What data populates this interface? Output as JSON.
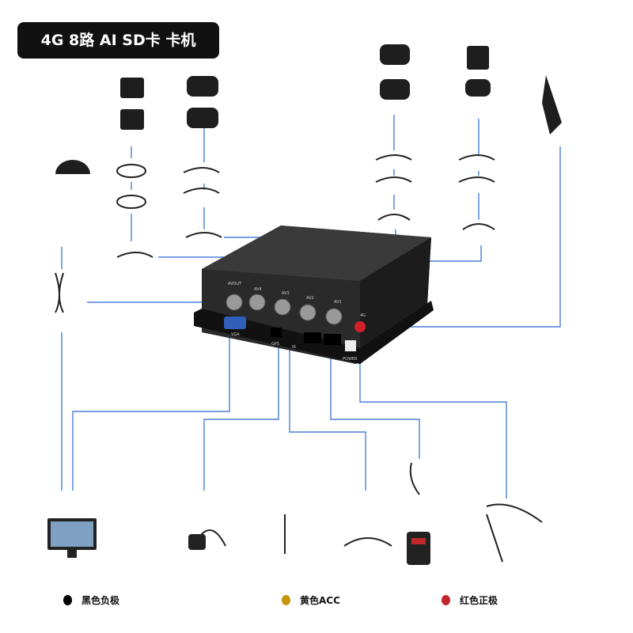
{
  "title": "4G 8路 AI SD卡 卡机",
  "ports": {
    "avout": "AVOUT",
    "av4": "AV4",
    "av3": "AV3",
    "av2": "AV2",
    "av1": "AV1",
    "g4": "4G",
    "vga": "VGA",
    "gps": "GPS",
    "ir": "IR",
    "power": "POWER"
  },
  "legend": [
    {
      "label": "黑色负极",
      "color": "#000000"
    },
    {
      "label": "黄色ACC",
      "color": "#c8960a"
    },
    {
      "label": "红色正极",
      "color": "#c0282b"
    }
  ],
  "colors": {
    "line": "#4a7fd6",
    "device": "#1e1e1e"
  }
}
